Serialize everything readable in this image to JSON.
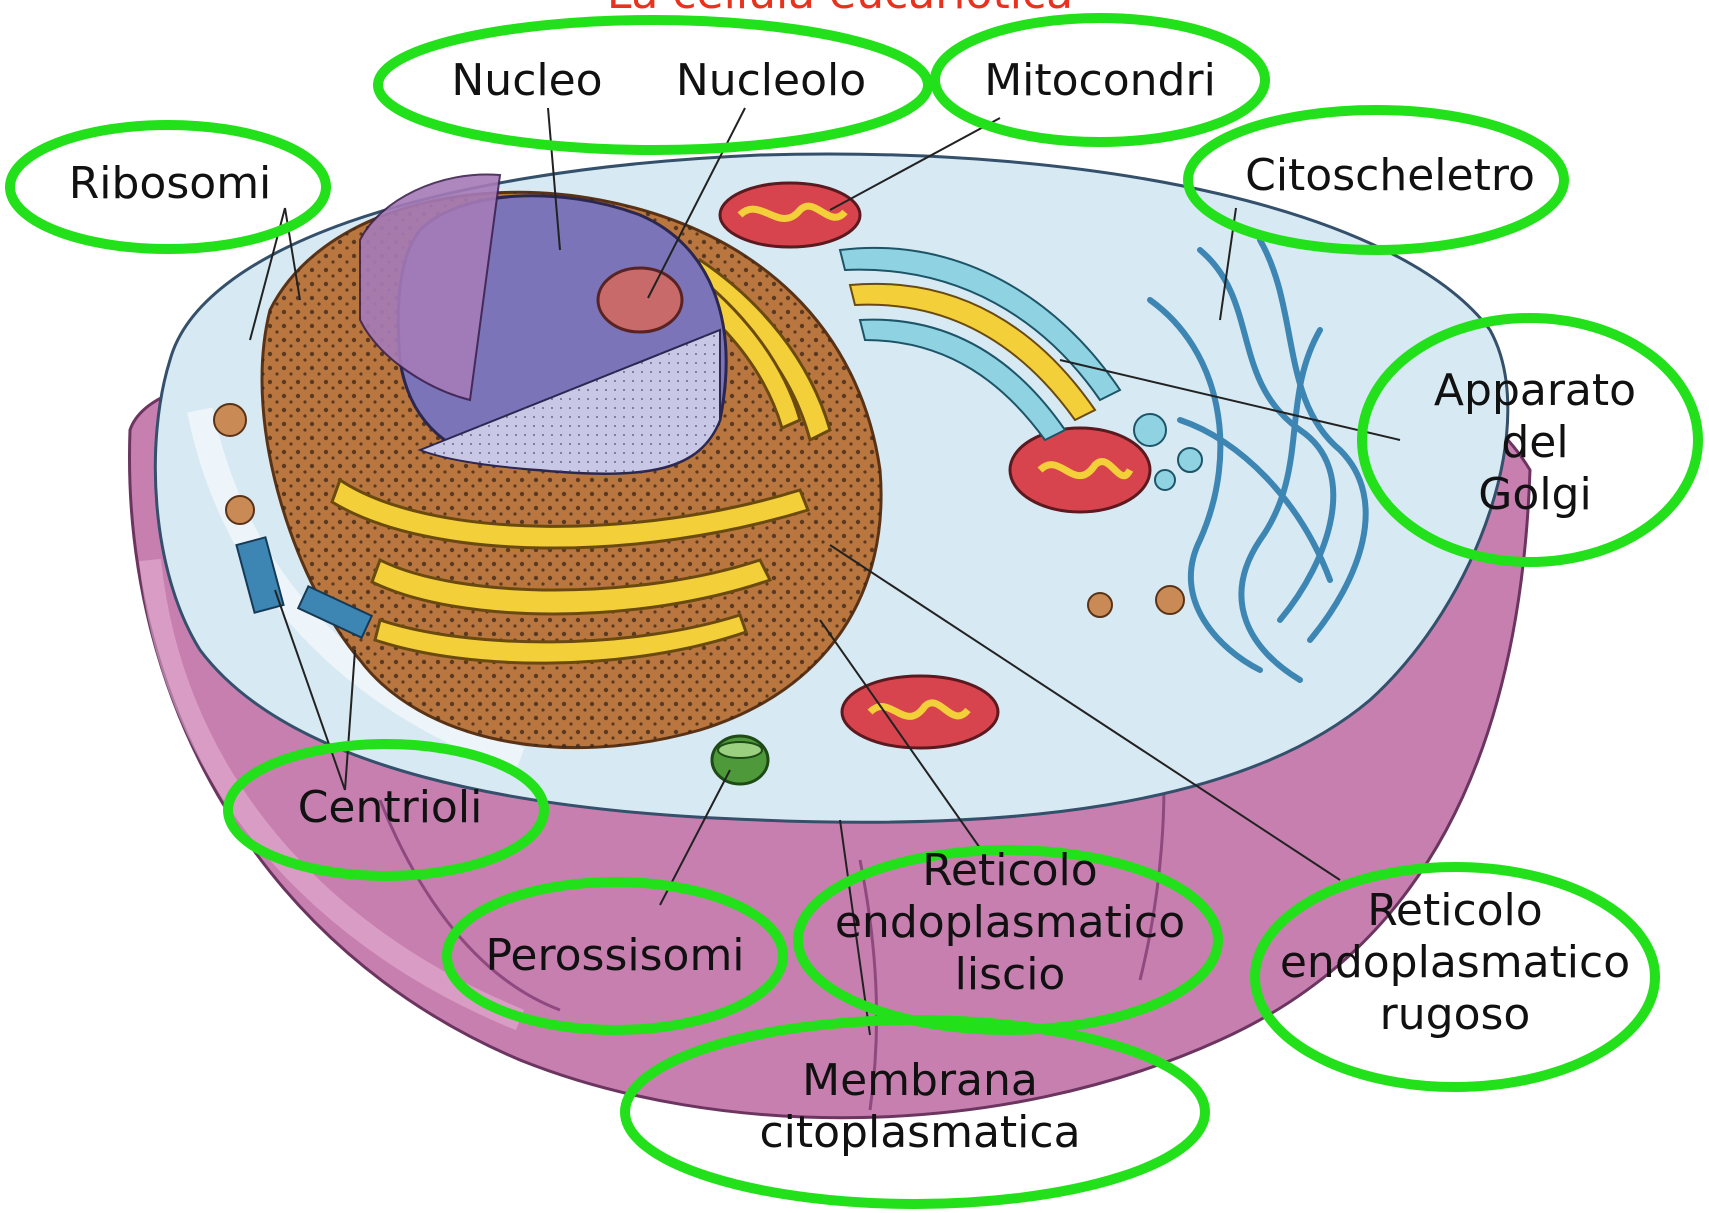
{
  "diagram": {
    "title": "La cellula eucariotica",
    "labels": {
      "nucleo": "Nucleo",
      "nucleolo": "Nucleolo",
      "mitocondri": "Mitocondri",
      "ribosomi": "Ribosomi",
      "citoscheletro": "Citoscheletro",
      "golgi": "Apparato\ndel\nGolgi",
      "centrioli": "Centrioli",
      "perossisomi": "Perossisomi",
      "rel": "Reticolo\nendoplasmatico\nliscio",
      "rer": "Reticolo\nendoplasmatico\nrugoso",
      "membrana": "Membrana\ncitoplasmatica"
    }
  },
  "colors": {
    "highlight_ring": "#22e019",
    "title": "#e8321e",
    "membrane_pink": "#c77fb0",
    "cytoplasm": "#d7e9f3",
    "nucleus": "#7b74b8",
    "nucleolus": "#c96a6a",
    "rough_er": "#b9773f",
    "smooth_er": "#f3cf3a",
    "golgi": "#8fd3e3",
    "mitochondria": "#d8444e",
    "cytoskeleton": "#3d86b3",
    "peroxisome": "#4e9a3a"
  }
}
